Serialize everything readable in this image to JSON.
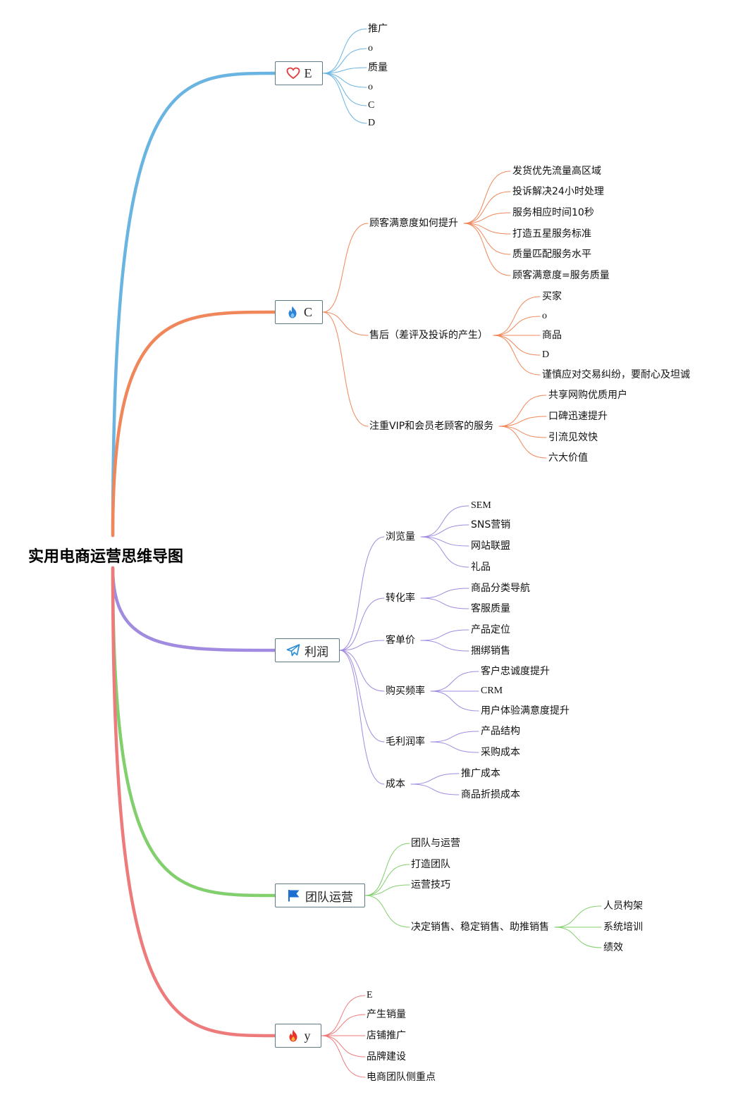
{
  "root": {
    "label": "实用电商运营思维导图"
  },
  "colors": {
    "blue": "#6ab4e2",
    "orange": "#f0875a",
    "purple": "#a18be0",
    "green": "#82cf6e",
    "red": "#ee7b7b",
    "node_border": "#5e7c86"
  },
  "branches": [
    {
      "label": "E",
      "icon": "heart-icon",
      "color": "#6ab4e2",
      "children": [
        {
          "label": "推广"
        },
        {
          "label": "o"
        },
        {
          "label": "质量"
        },
        {
          "label": "o"
        },
        {
          "label": "C"
        },
        {
          "label": "D"
        }
      ]
    },
    {
      "label": "C",
      "icon": "fire-icon",
      "color": "#f0875a",
      "children": [
        {
          "label": "顾客满意度如何提升",
          "children": [
            {
              "label": "发货优先流量高区域"
            },
            {
              "label": "投诉解决24小时处理"
            },
            {
              "label": "服务相应时间10秒"
            },
            {
              "label": "打造五星服务标准"
            },
            {
              "label": "质量匹配服务水平"
            },
            {
              "label": "顾客满意度=服务质量"
            }
          ]
        },
        {
          "label": "售后（差评及投诉的产生）",
          "children": [
            {
              "label": "买家"
            },
            {
              "label": "o"
            },
            {
              "label": "商品"
            },
            {
              "label": "D"
            },
            {
              "label": "谨慎应对交易纠纷，要耐心及坦诚"
            }
          ]
        },
        {
          "label": "注重VIP和会员老顾客的服务",
          "children": [
            {
              "label": "共享网购优质用户"
            },
            {
              "label": "口碑迅速提升"
            },
            {
              "label": "引流见效快"
            },
            {
              "label": "六大价值"
            }
          ]
        }
      ]
    },
    {
      "label": "利润",
      "icon": "paper-plane-icon",
      "color": "#a18be0",
      "children": [
        {
          "label": "浏览量",
          "children": [
            {
              "label": "SEM"
            },
            {
              "label": "SNS营销"
            },
            {
              "label": "网站联盟"
            },
            {
              "label": "礼品"
            }
          ]
        },
        {
          "label": "转化率",
          "children": [
            {
              "label": "商品分类导航"
            },
            {
              "label": "客服质量"
            }
          ]
        },
        {
          "label": "客单价",
          "children": [
            {
              "label": "产品定位"
            },
            {
              "label": "捆绑销售"
            }
          ]
        },
        {
          "label": "购买频率",
          "children": [
            {
              "label": "客户忠诚度提升"
            },
            {
              "label": "CRM"
            },
            {
              "label": "用户体验满意度提升"
            }
          ]
        },
        {
          "label": "毛利润率",
          "children": [
            {
              "label": "产品结构"
            },
            {
              "label": "采购成本"
            }
          ]
        },
        {
          "label": "成本",
          "children": [
            {
              "label": "推广成本"
            },
            {
              "label": "商品折损成本"
            }
          ]
        }
      ]
    },
    {
      "label": "团队运营",
      "icon": "flag-icon",
      "color": "#82cf6e",
      "children": [
        {
          "label": "团队与运营"
        },
        {
          "label": "打造团队"
        },
        {
          "label": "运营技巧"
        },
        {
          "label": "决定销售、稳定销售、助推销售",
          "children": [
            {
              "label": "人员构架"
            },
            {
              "label": "系统培训"
            },
            {
              "label": "绩效"
            }
          ]
        }
      ]
    },
    {
      "label": "y",
      "icon": "flame-icon",
      "color": "#ee7b7b",
      "children": [
        {
          "label": "E"
        },
        {
          "label": "产生销量"
        },
        {
          "label": "店铺推广"
        },
        {
          "label": "品牌建设"
        },
        {
          "label": "电商团队侧重点"
        }
      ]
    }
  ]
}
